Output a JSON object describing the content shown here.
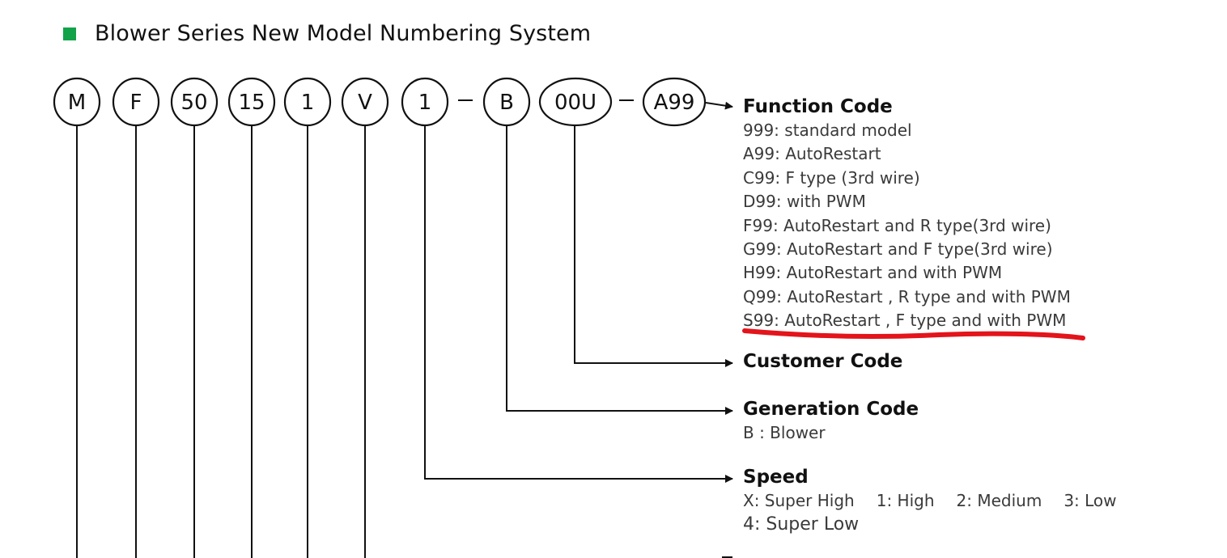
{
  "header": {
    "title": "Blower Series New Model Numbering System",
    "accent_color": "#12a34a"
  },
  "model_codes": [
    "M",
    "F",
    "50",
    "15",
    "1",
    "V",
    "1",
    "B",
    "00U",
    "A99"
  ],
  "separator": "–",
  "function_code": {
    "heading": "Function Code",
    "items": [
      "999: standard model",
      "A99: AutoRestart",
      "C99: F type  (3rd wire)",
      "D99: with PWM",
      "F99: AutoRestart and R type(3rd wire)",
      "G99: AutoRestart and F type(3rd  wire)",
      "H99: AutoRestart and with PWM",
      "Q99: AutoRestart , R type and with PWM",
      "S99: AutoRestart , F type and with PWM"
    ],
    "highlight_color": "#e3141b"
  },
  "customer_code": {
    "heading": "Customer Code"
  },
  "generation_code": {
    "heading": "Generation Code",
    "items": [
      "B : Blower"
    ]
  },
  "speed": {
    "heading": "Speed",
    "options": [
      "X: Super High",
      "1: High",
      "2: Medium",
      "3: Low"
    ],
    "extra": "4: Super Low"
  }
}
